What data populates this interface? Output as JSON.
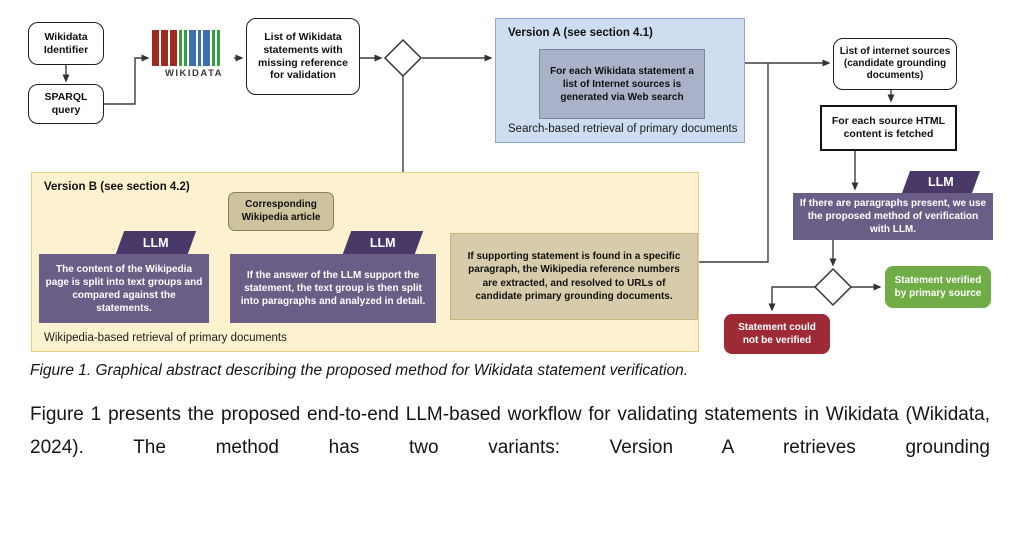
{
  "colors": {
    "version_a_fill": "#cfddf1",
    "version_a_border": "#8fa6d4",
    "version_a_inner_fill": "#a9b2c8",
    "version_a_inner_border": "#7c87a0",
    "version_b_fill": "#fdf2cf",
    "version_b_border": "#e5d083",
    "purple": "#6a5e86",
    "purple_dark": "#493968",
    "tan_fill": "#cdc39d",
    "tan_border": "#8a7f55",
    "tan_big_fill": "#d6ccab",
    "tan_big_border": "#c7b77e",
    "green": "#70ad47",
    "red": "#9e2a36",
    "bar_red": "#9d2b22",
    "bar_green": "#359f44",
    "bar_blue": "#3a6fb0",
    "line": "#3d3d3d"
  },
  "diagram": {
    "logo": {
      "label": "WIKIDATA",
      "bars": [
        "r6",
        "r6",
        "r6",
        "g2",
        "g2",
        "b6",
        "b2",
        "b6",
        "g2",
        "g2"
      ]
    },
    "nodes": {
      "wikidata_identifier": "Wikidata Identifier",
      "sparql_query": "SPARQL query",
      "statements_list": "List of Wikidata statements with missing reference for validation",
      "internet_sources": "List of internet sources (candidate grounding documents)",
      "html_fetch": "For each source HTML content is fetched",
      "llm_tag": "LLM",
      "llm_verification": "If there are paragraphs present, we use the proposed method of verification with LLM.",
      "verified": "Statement verified by primary source",
      "not_verified": "Statement could not be verified"
    },
    "version_a": {
      "title": "Version A (see section 4.1)",
      "step": "For each Wikidata statement a list of Internet sources is generated via Web search",
      "caption": "Search-based retrieval of primary documents"
    },
    "version_b": {
      "title": "Version B (see section 4.2)",
      "wikipedia_article": "Corresponding Wikipedia article",
      "step1": "The content of the Wikipedia page is split into text groups and compared against the statements.",
      "step2": "If the answer of the LLM support the statement, the text group is then split into paragraphs and analyzed in detail.",
      "step3": "If supporting statement is found in a specific paragraph, the Wikipedia reference numbers are extracted, and resolved to URLs of candidate primary grounding documents.",
      "caption": "Wikipedia-based retrieval of primary documents"
    }
  },
  "figure_caption": "Figure 1. Graphical abstract describing the proposed method for Wikidata statement verification.",
  "body_text": "Figure 1 presents the proposed end-to-end LLM-based workflow for validating statements in Wikidata (Wikidata, 2024). The method has two variants: Version A retrieves grounding"
}
